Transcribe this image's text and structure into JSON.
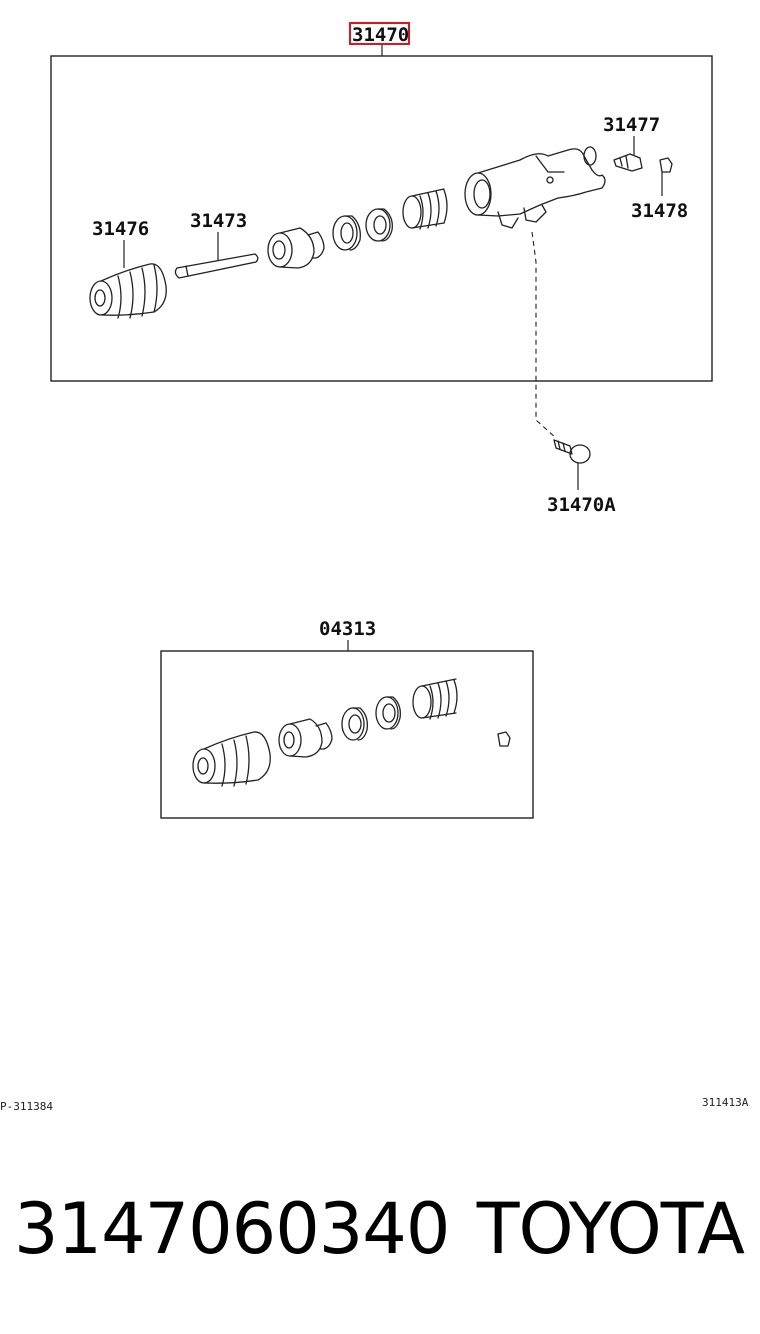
{
  "callouts": {
    "assembly": "31470",
    "boot": "31476",
    "push_rod": "31473",
    "bleeder_plug": "31477",
    "bleeder_cap": "31478",
    "bolt": "31470A",
    "repair_kit": "04313"
  },
  "refs": {
    "left": "P-311384",
    "right": "311413A"
  },
  "footer": {
    "part_number": "3147060340",
    "brand": "TOYOTA"
  },
  "colors": {
    "highlight": "#e0141e",
    "line": "#222222"
  }
}
